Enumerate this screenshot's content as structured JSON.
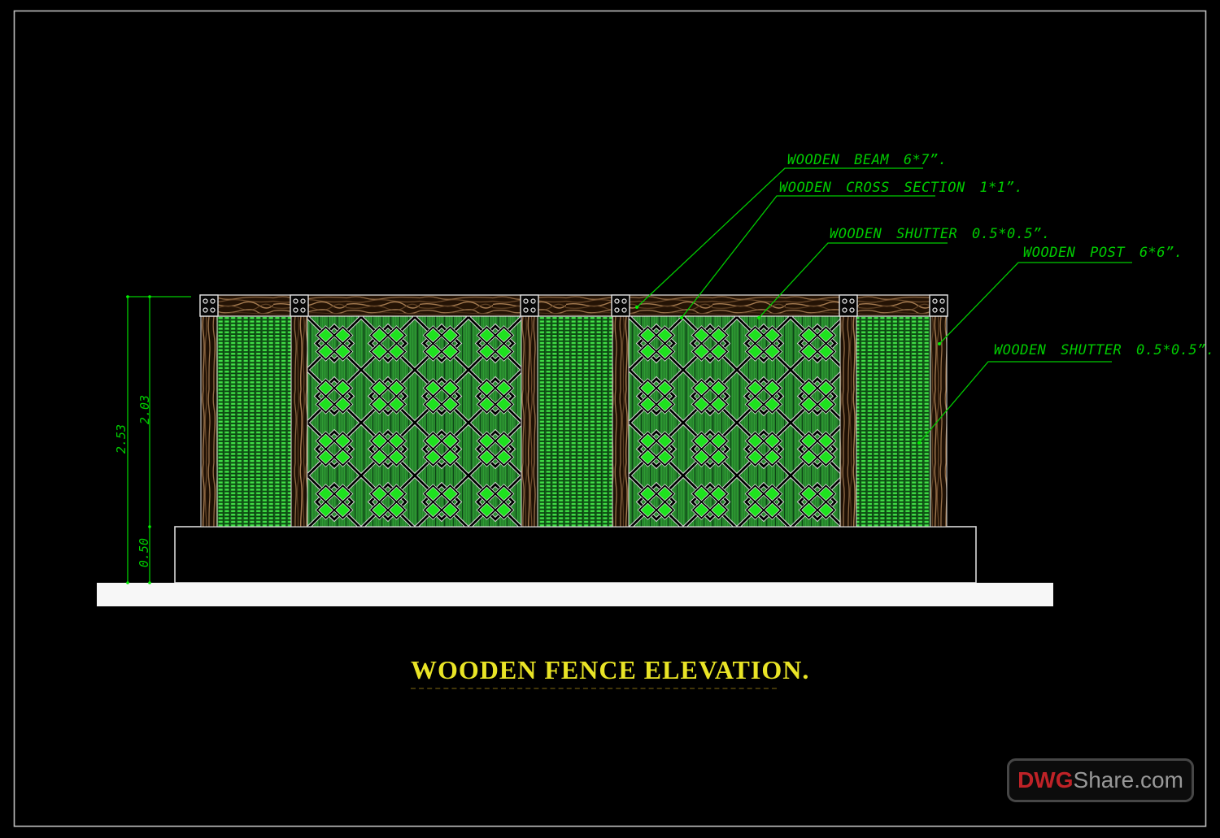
{
  "title": "WOODEN FENCE ELEVATION.",
  "annotations": {
    "beam": "WOODEN BEAM 6*7”.",
    "cross_section": "WOODEN CROSS SECTION 1*1”.",
    "shutter_top": "WOODEN SHUTTER 0.5*0.5”.",
    "post": "WOODEN POST 6*6”.",
    "shutter_side": "WOODEN SHUTTER 0.5*0.5”."
  },
  "dimensions": {
    "overall_height": "2.53",
    "fence_height": "2.03",
    "base_height": "0.50"
  },
  "watermark": {
    "prefix": "DWG",
    "suffix": "Share.com"
  },
  "colors": {
    "annotation_green": "#00cc00",
    "title_yellow": "#e9e426",
    "watermark_red": "#bf2227",
    "watermark_gray": "#989898",
    "bright_diamond_green": "#1ee21e",
    "panel_green": "#2e9c33",
    "slat_green": "#2fc636",
    "wood_brown": "#8f6a45",
    "background": "#000000"
  }
}
